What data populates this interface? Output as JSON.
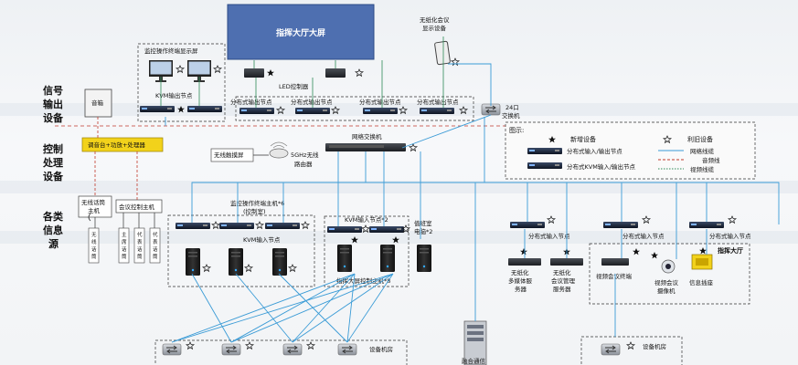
{
  "title_screen": "指挥大厅大屏",
  "sections": {
    "signal_output": [
      "信号",
      "输出",
      "设备"
    ],
    "control_processing": [
      "控制",
      "处理",
      "设备"
    ],
    "info_sources": [
      "各类",
      "信息",
      "源"
    ]
  },
  "nodes": {
    "monitor_display": "监控操作终端显示屏",
    "kvm_output": "KVM输出节点",
    "led_controller": "LED控制器",
    "paperless_display": [
      "无纸化会议",
      "显示设备"
    ],
    "dist_out_1": "分布式输出节点",
    "dist_out_2": "分布式输出节点",
    "dist_out_3": "分布式输出节点",
    "dist_out_4": "分布式输出节点",
    "switch24": [
      "24口",
      "交换机"
    ],
    "speaker": "音箱",
    "audio_console": "调音台+功放+处理器",
    "network_switch": "网络交换机",
    "touch_screen": "无线触摸屏",
    "wifi_router": [
      "5GHz无线",
      "路由器"
    ],
    "wireless_mic_host": [
      "无线话筒",
      "主机"
    ],
    "conf_control_host": "会议控制主机",
    "mic_wireless": [
      "无",
      "线",
      "话",
      "筒"
    ],
    "mic_chair": [
      "主",
      "席",
      "话",
      "筒"
    ],
    "mic_delegate1": [
      "代",
      "表",
      "话",
      "筒"
    ],
    "mic_delegate2": [
      "代",
      "表",
      "话",
      "筒"
    ],
    "monitor_host": [
      "监控操作终端主机*6",
      "(控制室)"
    ],
    "kvm_input_6": "KVM输入节点",
    "kvm_input_2": "KVM输入节点*2",
    "duty_pc": [
      "值班室",
      "电脑*2"
    ],
    "cmd_host": "指挥大屏控制主机*8",
    "dist_in_1": "分布式输入节点",
    "dist_in_2": "分布式输入节点",
    "dist_in_3": "分布式输入节点",
    "paperless_server": [
      "无纸化",
      "多媒体服",
      "务器"
    ],
    "paperless_mgmt": [
      "无纸化",
      "会议管理",
      "服务器"
    ],
    "video_terminal": "视频会议终端",
    "video_camera": [
      "视频会议",
      "摄像机"
    ],
    "info_socket": "信息插座",
    "command_hall": "指挥大厅",
    "equip_room_1": "设备机房",
    "equip_room_2": "设备机房",
    "bottom_server": "融合通信"
  },
  "legend": {
    "title": "图示:",
    "new_device": "新增设备",
    "reuse_device": "利旧设备",
    "item1": "分布式输入/输出节点",
    "item2": "分布式KVM输入/输出节点",
    "network_line": "网络线缆",
    "audio_line": "音频线",
    "video_line": "视频线缆"
  },
  "colors": {
    "screen_blue": "#4e6fb0",
    "network_line": "#3a9bd6",
    "video_line": "#2e8b57",
    "audio_line": "#c0392b",
    "console_yellow": "#f2d21b",
    "section_label": "#1a3f7a"
  }
}
